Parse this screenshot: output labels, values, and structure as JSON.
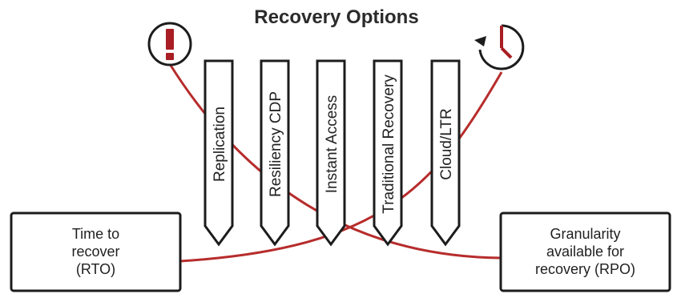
{
  "title": "Recovery Options",
  "options": [
    "Replication",
    "Resiliency CDP",
    "Instant Access",
    "Traditional Recovery",
    "Cloud/LTR"
  ],
  "left_box": {
    "lines": [
      "Time to",
      "recover",
      "(RTO)"
    ]
  },
  "right_box": {
    "lines": [
      "Granularity",
      "available for",
      "recovery (RPO)"
    ]
  },
  "icons": {
    "left": "alert-exclamation-icon",
    "right": "clock-restore-icon"
  },
  "colors": {
    "curve": "#b72c2c",
    "stroke": "#1c1c1c",
    "icon": "#a81e24",
    "text": "#222222"
  }
}
